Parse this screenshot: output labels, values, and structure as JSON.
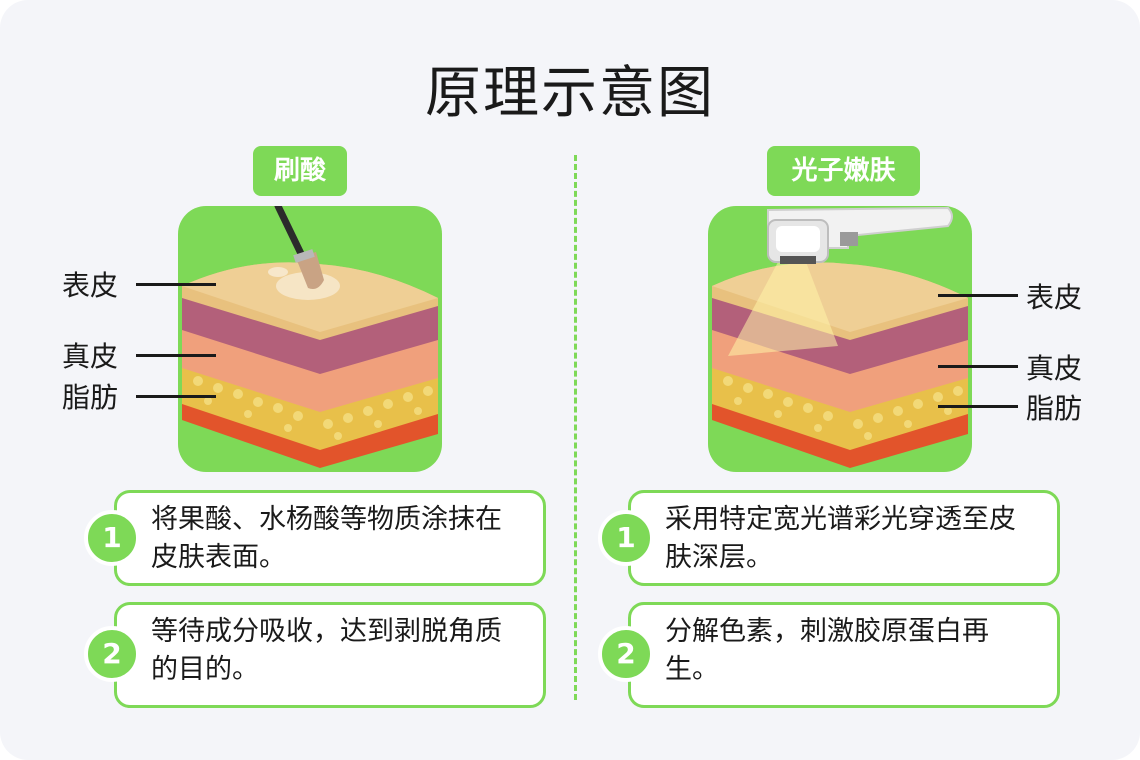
{
  "title": "原理示意图",
  "colors": {
    "accent": "#7ed957",
    "background": "#f4f5f9",
    "text": "#1a1a1a"
  },
  "left": {
    "tag": "刷酸",
    "layers": [
      "表皮",
      "真皮",
      "脂肪"
    ],
    "steps": [
      {
        "num": "1",
        "text": "将果酸、水杨酸等物质涂抹在皮肤表面。"
      },
      {
        "num": "2",
        "text": "等待成分吸收，达到剥脱角质的目的。"
      }
    ]
  },
  "right": {
    "tag": "光子嫩肤",
    "layers": [
      "表皮",
      "真皮",
      "脂肪"
    ],
    "steps": [
      {
        "num": "1",
        "text": "采用特定宽光谱彩光穿透至皮肤深层。"
      },
      {
        "num": "2",
        "text": "分解色素，刺激胶原蛋白再生。"
      }
    ]
  }
}
